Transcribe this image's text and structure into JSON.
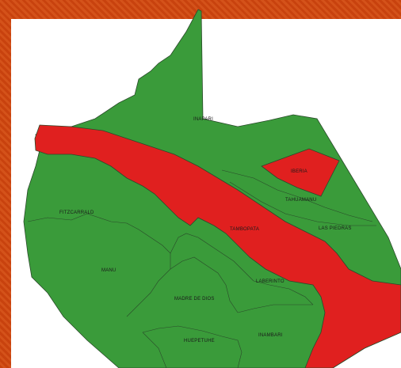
{
  "colors": {
    "green": "#3a9b3a",
    "red": "#e0201f",
    "border": "#2a4a2a",
    "frame": "#c8420e"
  },
  "districts": {
    "inapari": "INAPARI",
    "iberia": "IBERIA",
    "tahuamanu": "TAHUAMANU",
    "fitzcarrald": "FITZCARRALD",
    "tambopata": "TAMBOPATA",
    "las_piedras": "LAS PIEDRAS",
    "manu": "MANU",
    "laberinto": "LABERINTO",
    "madre_de_dios": "MADRE DE DIOS",
    "inambari": "INAMBARI",
    "huepetuhe": "HUEPETUHE"
  }
}
